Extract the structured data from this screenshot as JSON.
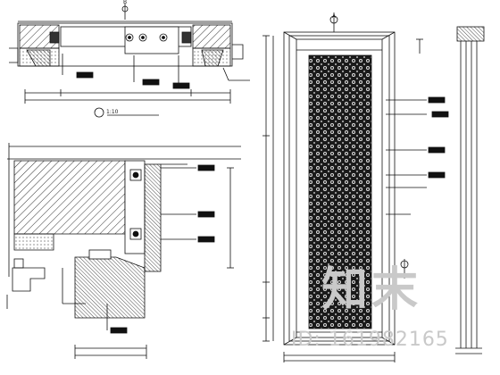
{
  "drawing": {
    "section_scale": "1:10",
    "marker_top_section": "B",
    "marker_elevation": "A"
  },
  "watermark": {
    "logo_text": "知末",
    "id_text": "ID: 161982165"
  }
}
